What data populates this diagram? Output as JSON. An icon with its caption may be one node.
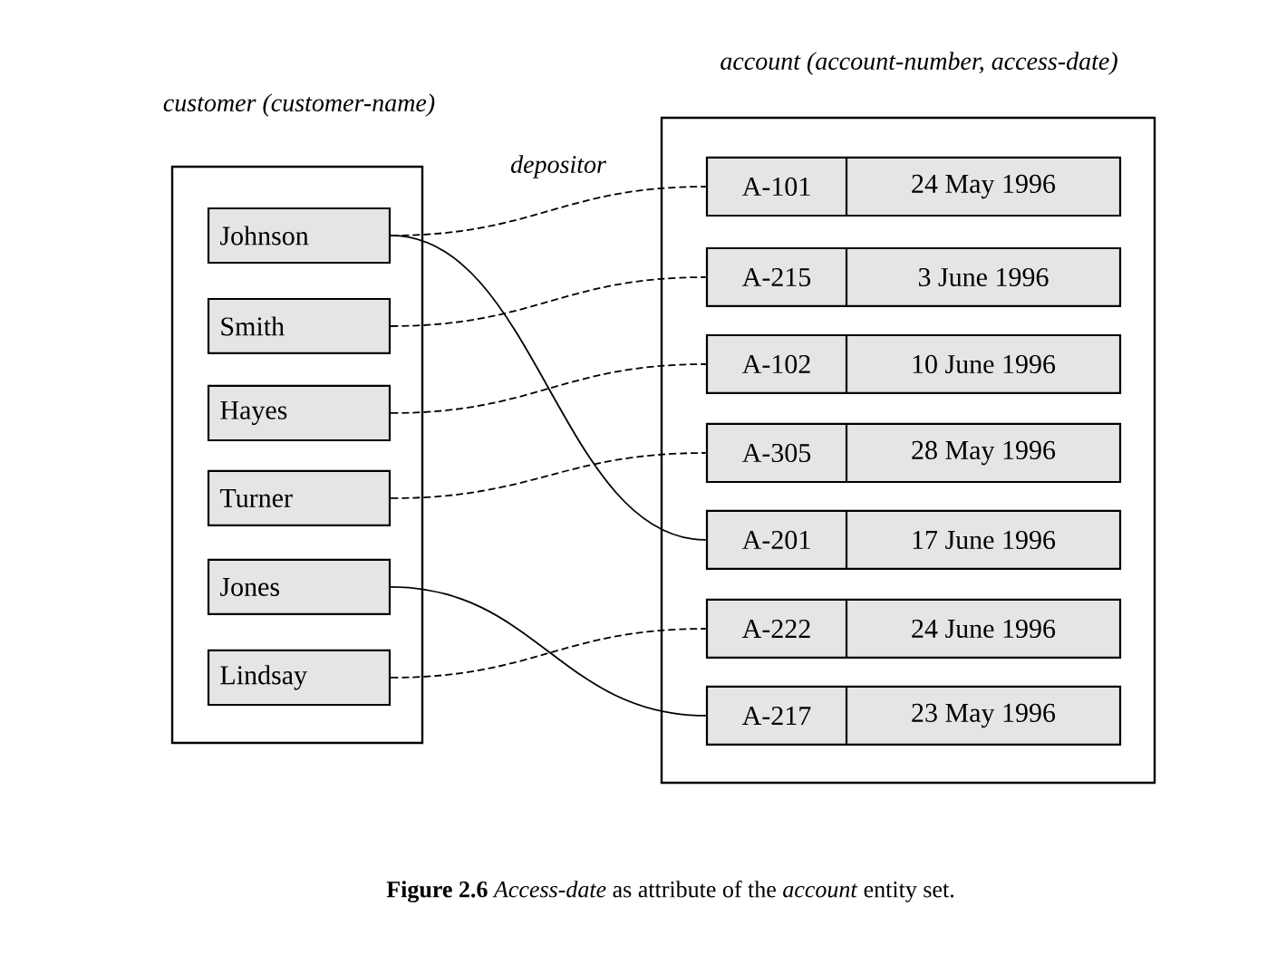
{
  "diagram": {
    "caption": "**Figure 2.6** *Access-date* as attribute of the *account* entity set.",
    "nodes": [
      {
        "text": [
          "customer (customer-name)"
        ]
      },
      {
        "text": [
          "Johnson"
        ],
        "in": 0
      },
      {
        "text": [
          "Smith"
        ],
        "in": 0
      },
      {
        "text": [
          "Hayes"
        ],
        "in": 0
      },
      {
        "text": [
          "Turner"
        ],
        "in": 0
      },
      {
        "text": [
          "Jones"
        ],
        "in": 0
      },
      {
        "text": [
          "Lindsay"
        ],
        "in": 0
      },
      {
        "text": [
          "account (account-number, access-date)"
        ]
      },
      {
        "text": [
          "A-101",
          "24 May 1996"
        ],
        "in": 7
      },
      {
        "text": [
          "A-215",
          "3 June 1996"
        ],
        "in": 7
      },
      {
        "text": [
          "A-102",
          "10 June 1996"
        ],
        "in": 7
      },
      {
        "text": [
          "A-305",
          "28 May 1996"
        ],
        "in": 7
      },
      {
        "text": [
          "A-201",
          "17 June 1996"
        ],
        "in": 7
      },
      {
        "text": [
          "A-222",
          "24 June 1996"
        ],
        "in": 7
      },
      {
        "text": [
          "A-217",
          "23 May 1996"
        ],
        "in": 7
      }
    ],
    "edges": [
      {
        "from": 1,
        "to": 8,
        "arrow": "none",
        "style": "dashed"
      },
      {
        "from": 1,
        "to": 12,
        "arrow": "none"
      },
      {
        "from": 2,
        "to": 9,
        "arrow": "none",
        "style": "dashed"
      },
      {
        "from": 3,
        "to": 10,
        "arrow": "none",
        "style": "dashed"
      },
      {
        "from": 4,
        "to": 11,
        "arrow": "none",
        "style": "dashed"
      },
      {
        "from": 5,
        "to": 14,
        "arrow": "none"
      },
      {
        "from": 6,
        "to": 13,
        "arrow": "none",
        "style": "dashed"
      }
    ],
    "labels": [
      "depositor"
    ]
  }
}
